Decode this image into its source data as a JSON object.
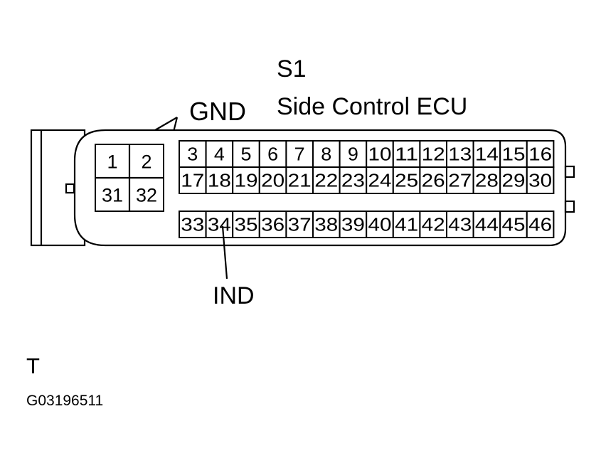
{
  "connector": {
    "id": "S1",
    "name": "Side Control ECU"
  },
  "callouts": {
    "gnd": "GND",
    "ind": "IND"
  },
  "gnd_pins": [
    "1",
    "2",
    "31",
    "32"
  ],
  "pin_rows": [
    [
      "3",
      "4",
      "5",
      "6",
      "7",
      "8",
      "9",
      "10",
      "11",
      "12",
      "13",
      "14",
      "15",
      "16"
    ],
    [
      "17",
      "18",
      "19",
      "20",
      "21",
      "22",
      "23",
      "24",
      "25",
      "26",
      "27",
      "28",
      "29",
      "30"
    ],
    [
      "33",
      "34",
      "35",
      "36",
      "37",
      "38",
      "39",
      "40",
      "41",
      "42",
      "43",
      "44",
      "45",
      "46"
    ]
  ],
  "footer": {
    "view_mark": "T",
    "figure_code": "G03196511"
  },
  "colors": {
    "ink": "#000000",
    "background": "#ffffff"
  }
}
